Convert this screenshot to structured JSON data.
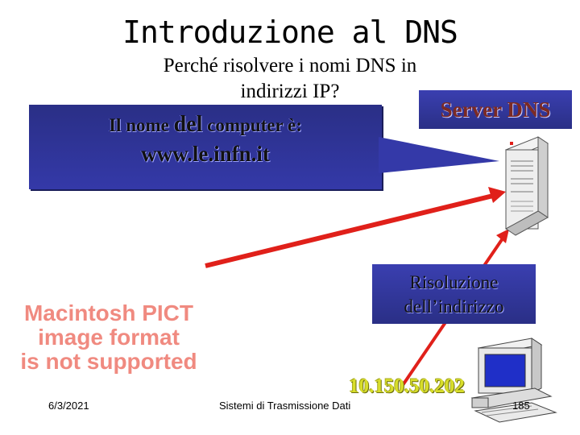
{
  "slide": {
    "title": "Introduzione al DNS",
    "subtitle_line1": "Perché risolvere i nomi DNS in",
    "subtitle_line2": "indirizzi IP?",
    "callout_line1_a": "Il nome",
    "callout_line1_b": "del",
    "callout_line1_c": "computer è:",
    "callout_line2": "www.le.infn.it",
    "server_label": "Server DNS",
    "resolution_line1": "Risoluzione",
    "resolution_line2": "dell’indirizzo",
    "ip_address": "10.150.50.202",
    "pict_line1": "Macintosh PICT",
    "pict_line2": "image format",
    "pict_line3": "is not supported"
  },
  "footer": {
    "date": "6/3/2021",
    "course": "Sistemi di Trasmissione Dati",
    "page": "185"
  },
  "colors": {
    "box_blue": "#2a2f86",
    "arrow_red": "#e0201a",
    "ip_yellow": "#d8de2a",
    "pict_text": "#f08a80",
    "server_text": "#7b2a24"
  },
  "icons": {
    "server": "server-tower-icon",
    "client": "desktop-computer-icon"
  }
}
